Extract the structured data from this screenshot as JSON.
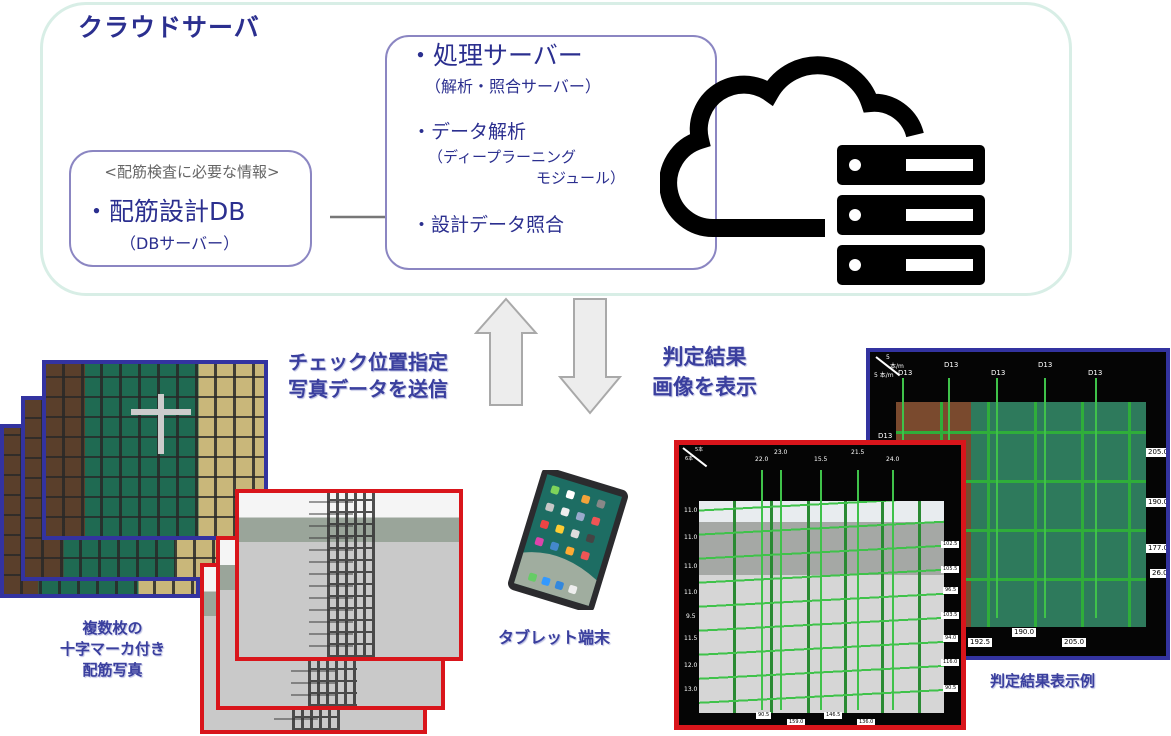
{
  "cloud": {
    "title": "クラウドサーバ",
    "db_box": {
      "caption": "<配筋検査に必要な情報>",
      "main": "・配筋設計DB",
      "sub": "（DBサーバー）"
    },
    "processing_box": {
      "main": "・処理サーバー",
      "sub": "（解析・照合サーバー）",
      "analysis": "・データ解析",
      "analysis_sub1": "（ディープラーニング",
      "analysis_sub2": "モジュール）",
      "matching": "・設計データ照合"
    },
    "icon": "cloud-server-icon"
  },
  "flows": {
    "send_line1": "チェック位置指定",
    "send_line2": "写真データを送信",
    "result_line1": "判定結果",
    "result_line2": "画像を表示"
  },
  "photos": {
    "label_line1": "複数枚の",
    "label_line2": "十字マーカ付き",
    "label_line3": "配筋写真"
  },
  "tablet": {
    "label": "タブレット端末"
  },
  "result_example": {
    "label": "判定結果表示例",
    "blue_image": {
      "corner_top": "5",
      "corner_unit_top": "本/m",
      "corner_bottom": "5 本/m",
      "top_labels": [
        "D13",
        "D13",
        "D13",
        "D13",
        "D13"
      ],
      "left_label": "D13",
      "right_values": [
        "205.0",
        "190.0",
        "177.0",
        "26.0"
      ],
      "bottom_values": [
        "192.5",
        "190.0",
        "205.0"
      ]
    },
    "red_image": {
      "corner_top": "5本",
      "corner_bottom": "6本",
      "top_values": [
        "22.0",
        "23.0",
        "15.5",
        "21.5",
        "24.0"
      ],
      "left_values": [
        "11.0",
        "11.0",
        "11.0",
        "11.0",
        "9.5",
        "11.5",
        "12.0",
        "13.0"
      ],
      "right_values": [
        "102.5",
        "105.5",
        "96.5",
        "103.5",
        "94.0",
        "116.0",
        "90.5"
      ],
      "bottom_values": [
        "90.5",
        "159.0",
        "146.5",
        "136.0"
      ]
    }
  },
  "colors": {
    "title_navy": "#2b2f8f",
    "box_border": "#8b86c2",
    "container_border": "#d8eee6",
    "frame_blue": "#3333a0",
    "frame_red": "#d9151b",
    "rebar_green": "#3fc24a"
  }
}
